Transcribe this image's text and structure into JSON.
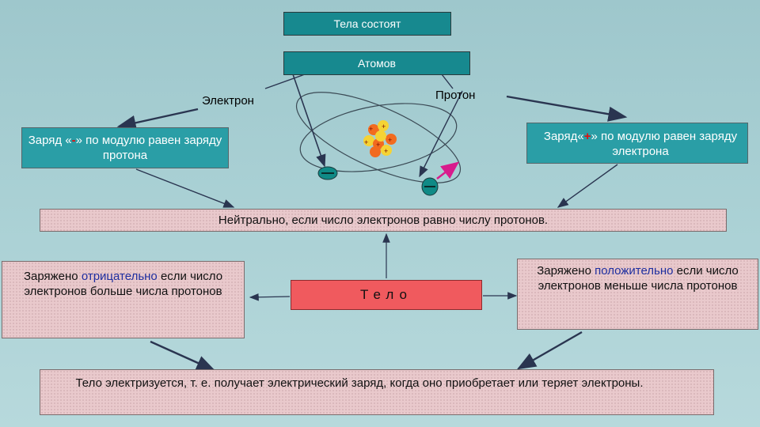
{
  "nodes": {
    "body_consists": "Тела состоят",
    "atoms": "Атомов",
    "electron": "Электрон",
    "proton": "Протон",
    "electron_charge": {
      "before": "Заряд «",
      "sign": "-",
      "after": "» по модулю равен заряду протона"
    },
    "proton_charge": {
      "before": "Заряд«",
      "sign": "+",
      "after": "» по модулю равен заряду электрона"
    },
    "neutral": "Нейтрально, если число электронов равно числу протонов.",
    "negative": {
      "before": "Заряжено ",
      "highlight": "отрицательно",
      "after": " если число электронов больше числа протонов"
    },
    "body": "Тело",
    "positive": {
      "before": "Заряжено ",
      "highlight": "положительно",
      "after": " если число электронов меньше числа протонов"
    },
    "electrization": "Тело электризуется, т. е. получает электрический заряд, когда оно приобретает или теряет электроны."
  },
  "colors": {
    "teal_box": "#17898f",
    "cyan_box": "#2a9ea6",
    "pink_box": "#e9c9cc",
    "red_box": "#f05a5e",
    "highlight_text": "#1f2fa0",
    "sign_text": "#e01010",
    "arrow": "#2a3550",
    "nucleus_proton": "#f26b1f",
    "nucleus_neutron": "#f5d335",
    "electron": "#0f8a86",
    "electron_velocity": "#d81b8c"
  },
  "icons": {
    "atom": "atom-model-icon",
    "electron": "electron-icon",
    "nucleus": "nucleus-icon"
  }
}
